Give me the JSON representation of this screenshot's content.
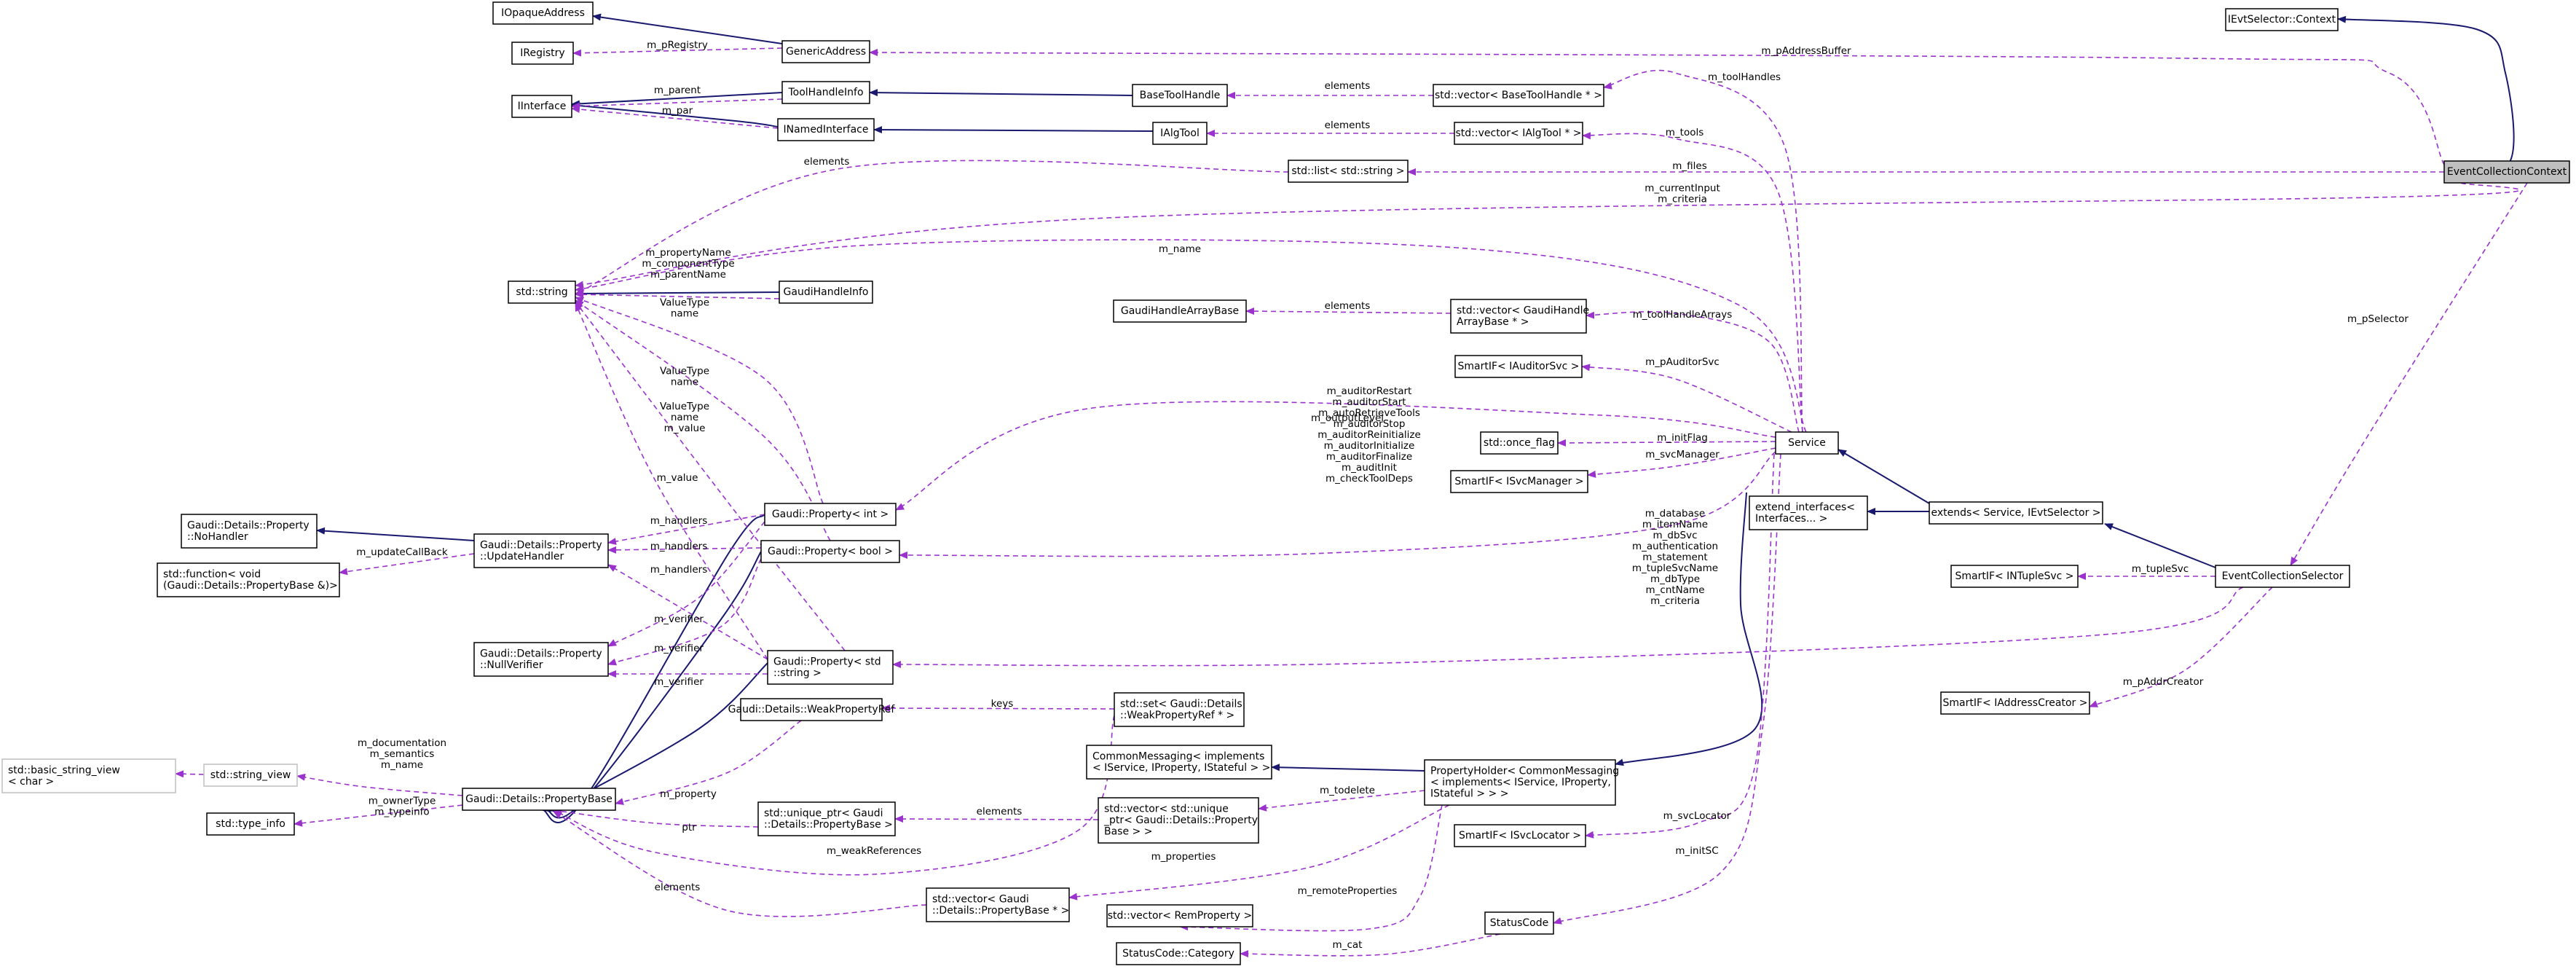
{
  "diagram": {
    "colors": {
      "inheritance": "#191970",
      "usage": "#9a32cd",
      "focus_fill": "#bfbfbf",
      "background": "#ffffff"
    },
    "nodes": {
      "iopaque": {
        "lines": [
          "IOpaqueAddress"
        ]
      },
      "iregistry": {
        "lines": [
          "IRegistry"
        ]
      },
      "iinterface": {
        "lines": [
          "IInterface"
        ]
      },
      "genaddr": {
        "lines": [
          "GenericAddress"
        ]
      },
      "toolhinfo": {
        "lines": [
          "ToolHandleInfo"
        ]
      },
      "inamed": {
        "lines": [
          "INamedInterface"
        ]
      },
      "basetoolh": {
        "lines": [
          "BaseToolHandle"
        ]
      },
      "ialgtool": {
        "lines": [
          "IAlgTool"
        ]
      },
      "vecbth": {
        "lines": [
          "std::vector< BaseToolHandle * >"
        ]
      },
      "vecalg": {
        "lines": [
          "std::vector< IAlgTool * >"
        ]
      },
      "liststr": {
        "lines": [
          "std::list< std::string >"
        ]
      },
      "stdstring": {
        "lines": [
          "std::string"
        ]
      },
      "gaudihinfo": {
        "lines": [
          "GaudiHandleInfo"
        ]
      },
      "gaudiharr": {
        "lines": [
          "GaudiHandleArrayBase"
        ]
      },
      "vecgha": {
        "lines": [
          "std::vector< GaudiHandle",
          "ArrayBase * >"
        ]
      },
      "smartaud": {
        "lines": [
          "SmartIF< IAuditorSvc >"
        ]
      },
      "onceflag": {
        "lines": [
          "std::once_flag"
        ]
      },
      "smartsvcm": {
        "lines": [
          "SmartIF< ISvcManager >"
        ]
      },
      "service": {
        "lines": [
          "Service"
        ]
      },
      "extiface": {
        "lines": [
          "extend_interfaces<",
          "Interfaces... >"
        ]
      },
      "extends": {
        "lines": [
          "extends< Service, IEvtSelector >"
        ]
      },
      "ievtctx": {
        "lines": [
          "IEvtSelector::Context"
        ]
      },
      "ecctx": {
        "lines": [
          "EventCollectionContext"
        ]
      },
      "smartntup": {
        "lines": [
          "SmartIF< INTupleSvc >"
        ]
      },
      "ecsel": {
        "lines": [
          "EventCollectionSelector"
        ]
      },
      "smartaddr": {
        "lines": [
          "SmartIF< IAddressCreator >"
        ]
      },
      "nohandler": {
        "lines": [
          "Gaudi::Details::Property",
          "::NoHandler"
        ]
      },
      "stdfunc": {
        "lines": [
          "std::function< void",
          "(Gaudi::Details::PropertyBase &)>"
        ]
      },
      "updhandler": {
        "lines": [
          "Gaudi::Details::Property",
          "::UpdateHandler"
        ]
      },
      "nullver": {
        "lines": [
          "Gaudi::Details::Property",
          "::NullVerifier"
        ]
      },
      "propint": {
        "lines": [
          "Gaudi::Property< int >"
        ]
      },
      "propbool": {
        "lines": [
          "Gaudi::Property< bool >"
        ]
      },
      "propstr": {
        "lines": [
          "Gaudi::Property< std",
          "::string >"
        ]
      },
      "weakref": {
        "lines": [
          "Gaudi::Details::WeakPropertyRef"
        ]
      },
      "setweak": {
        "lines": [
          "std::set< Gaudi::Details",
          "::WeakPropertyRef * >"
        ]
      },
      "commsg": {
        "lines": [
          "CommonMessaging< implements",
          "< IService, IProperty, IStateful > >"
        ]
      },
      "propholder": {
        "lines": [
          "PropertyHolder< CommonMessaging",
          "< implements< IService, IProperty,",
          "IStateful > > >"
        ]
      },
      "vecuniq": {
        "lines": [
          "std::vector< std::unique",
          "_ptr< Gaudi::Details::Property",
          "Base > >"
        ]
      },
      "uniqptr": {
        "lines": [
          "std::unique_ptr< Gaudi",
          "::Details::PropertyBase >"
        ]
      },
      "basicsv": {
        "lines": [
          "std::basic_string_view",
          "< char >"
        ]
      },
      "strview": {
        "lines": [
          "std::string_view"
        ]
      },
      "typeinfo": {
        "lines": [
          "std::type_info"
        ]
      },
      "propbase": {
        "lines": [
          "Gaudi::Details::PropertyBase"
        ]
      },
      "smartsvcl": {
        "lines": [
          "SmartIF< ISvcLocator >"
        ]
      },
      "vecpb": {
        "lines": [
          "std::vector< Gaudi",
          "::Details::PropertyBase * >"
        ]
      },
      "vecrem": {
        "lines": [
          "std::vector< RemProperty >"
        ]
      },
      "statuscode": {
        "lines": [
          "StatusCode"
        ]
      },
      "sccat": {
        "lines": [
          "StatusCode::Category"
        ]
      }
    },
    "labels": {
      "m_pRegistry": [
        "m_pRegistry"
      ],
      "m_parent": [
        "m_parent"
      ],
      "m_par": [
        "m_par"
      ],
      "el_bth": [
        "elements"
      ],
      "el_alg": [
        "elements"
      ],
      "el_list": [
        "elements"
      ],
      "m_toolHandles": [
        "m_toolHandles"
      ],
      "m_tools": [
        "m_tools"
      ],
      "m_pAddressBuffer": [
        "m_pAddressBuffer"
      ],
      "m_files": [
        "m_files"
      ],
      "m_currentInput": [
        "m_currentInput",
        "m_criteria"
      ],
      "m_name": [
        "m_name"
      ],
      "m_propertyName": [
        "m_propertyName",
        "m_componentType",
        "m_parentName"
      ],
      "el_gha": [
        "elements"
      ],
      "m_toolHandleArrays": [
        "m_toolHandleArrays"
      ],
      "m_pAuditorSvc": [
        "m_pAuditorSvc"
      ],
      "m_outputLevel": [
        "m_outputLevel"
      ],
      "m_initFlag": [
        "m_initFlag"
      ],
      "m_svcManager": [
        "m_svcManager"
      ],
      "bool_props": [
        "m_auditorRestart",
        "m_auditorStart",
        "m_autoRetrieveTools",
        "m_auditorStop",
        "m_auditorReinitialize",
        "m_auditorInitialize",
        "m_auditorFinalize",
        "m_auditInit",
        "m_checkToolDeps"
      ],
      "vt_name1": [
        "ValueType",
        "name"
      ],
      "vt_name2": [
        "ValueType",
        "name"
      ],
      "vt_name_val": [
        "ValueType",
        "name",
        "m_value"
      ],
      "m_value": [
        "m_value"
      ],
      "m_handlers1": [
        "m_handlers"
      ],
      "m_handlers2": [
        "m_handlers"
      ],
      "m_handlers3": [
        "m_handlers"
      ],
      "m_updateCallBack": [
        "m_updateCallBack"
      ],
      "m_verifier1": [
        "m_verifier"
      ],
      "m_verifier2": [
        "m_verifier"
      ],
      "m_verifier3": [
        "m_verifier"
      ],
      "m_pSelector": [
        "m_pSelector"
      ],
      "m_tupleSvc": [
        "m_tupleSvc"
      ],
      "m_pAddrCreator": [
        "m_pAddrCreator"
      ],
      "str_props": [
        "m_database",
        "m_itemName",
        "m_dbSvc",
        "m_authentication",
        "m_statement",
        "m_tupleSvcName",
        "m_dbType",
        "m_cntName",
        "m_criteria"
      ],
      "keys": [
        "keys"
      ],
      "m_documentation": [
        "m_documentation",
        "m_semantics",
        "m_name"
      ],
      "m_ownerType": [
        "m_ownerType",
        "m_typeinfo"
      ],
      "m_property": [
        "m_property"
      ],
      "el_uniq": [
        "elements"
      ],
      "m_todelete": [
        "m_todelete"
      ],
      "ptr": [
        "ptr"
      ],
      "m_weakReferences": [
        "m_weakReferences"
      ],
      "m_properties": [
        "m_properties"
      ],
      "m_svcLocator": [
        "m_svcLocator"
      ],
      "m_initSC": [
        "m_initSC"
      ],
      "el_pb": [
        "elements"
      ],
      "m_remoteProperties": [
        "m_remoteProperties"
      ],
      "m_cat": [
        "m_cat"
      ]
    }
  }
}
